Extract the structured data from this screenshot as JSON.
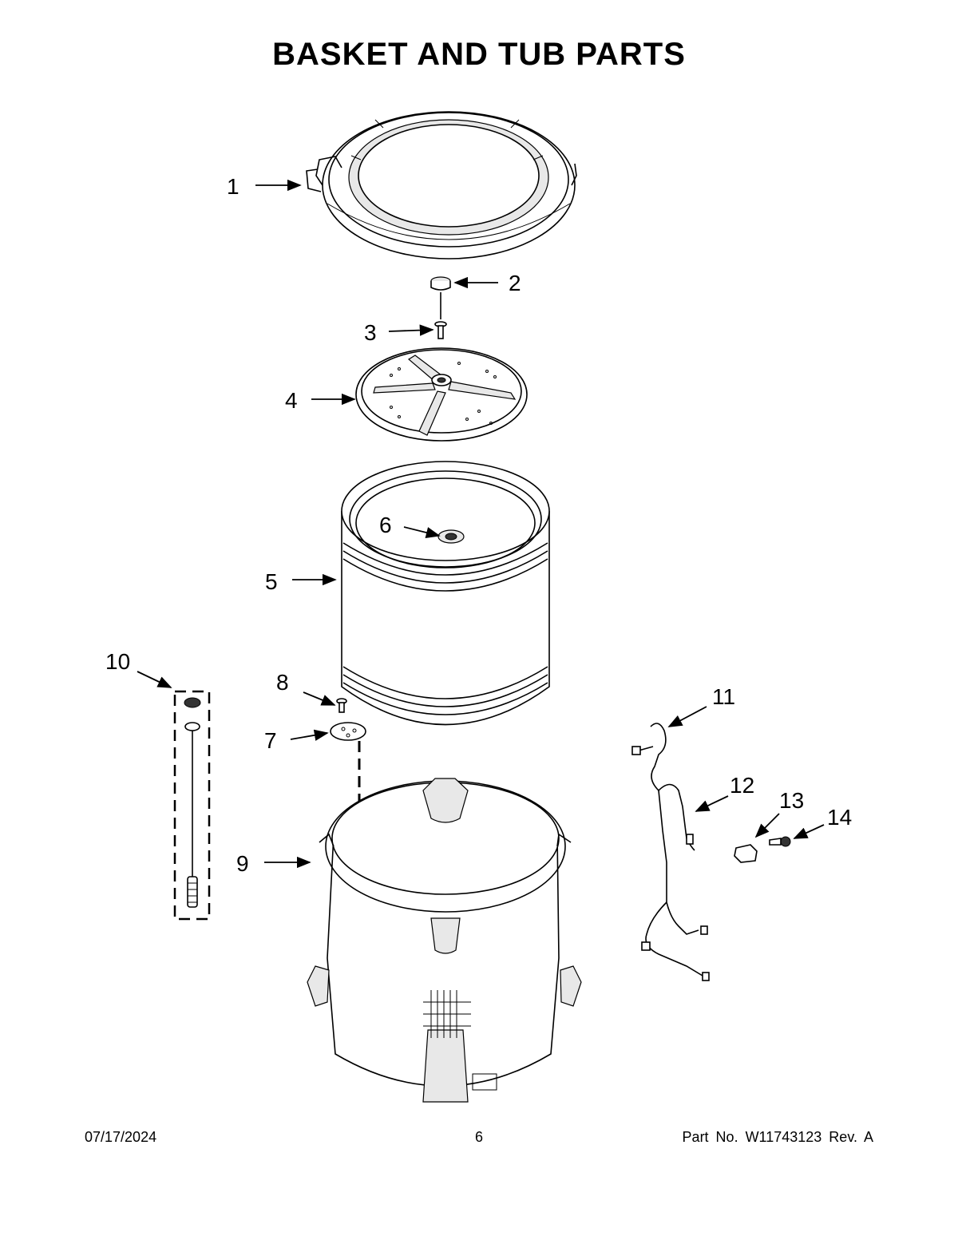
{
  "title": "BASKET AND TUB PARTS",
  "callouts": [
    "1",
    "2",
    "3",
    "4",
    "5",
    "6",
    "7",
    "8",
    "9",
    "10",
    "11",
    "12",
    "13",
    "14"
  ],
  "footer": {
    "date": "07/17/2024",
    "page": "6",
    "part_no": "Part No.  W11743123  Rev.  A"
  }
}
